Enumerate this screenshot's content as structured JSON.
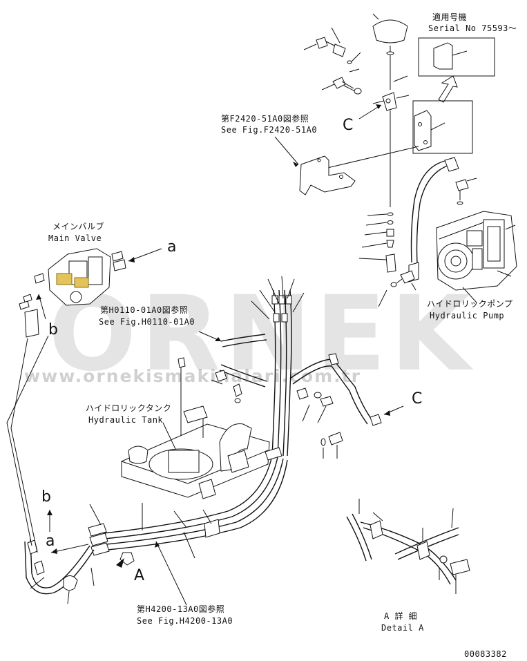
{
  "labels": {
    "serial_jp": "適用号機",
    "serial_en": "Serial No 75593～",
    "f2420_jp": "第F2420-51A0図参照",
    "f2420_en": "See Fig.F2420-51A0",
    "main_valve_jp": "メインバルブ",
    "main_valve_en": "Main Valve",
    "h0110_jp": "第H0110-01A0図参照",
    "h0110_en": "See Fig.H0110-01A0",
    "pump_jp": "ハイドロリックポンプ",
    "pump_en": "Hydraulic Pump",
    "tank_jp": "ハイドロリックタンク",
    "tank_en": "Hydraulic Tank",
    "h4200_jp": "第H4200-13A0図参照",
    "h4200_en": "See Fig.H4200-13A0",
    "detail_jp": "A 詳 細",
    "detail_en": "Detail A",
    "drawing_number": "00083382"
  },
  "callouts": {
    "a": "a",
    "b": "b",
    "c": "C",
    "big_a": "A"
  },
  "watermark": {
    "brand": "ORNEK",
    "url": "www.ornekismakinalari.com.tr"
  }
}
